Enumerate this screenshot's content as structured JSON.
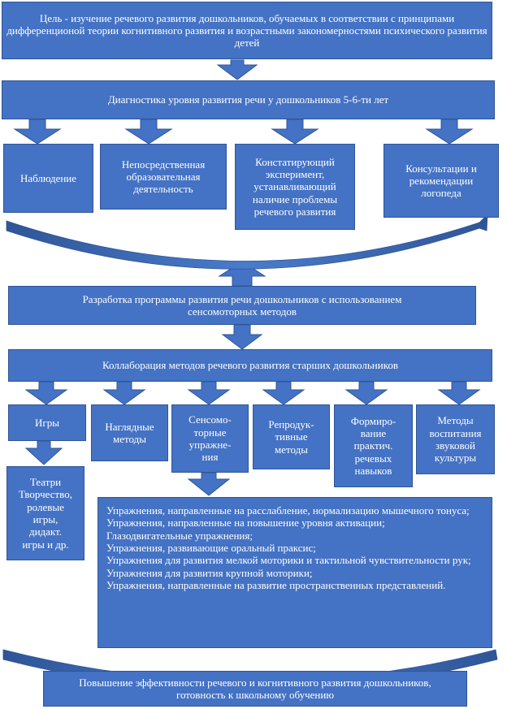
{
  "goal": "Цель - изучение речевого развития дошкольников, обучаемых в соответствии с принципами дифференционой теории когнитивного развития и возрастными закономерностями психического развития детей",
  "diagnostics": "Диагностика уровня развития речи у дошкольников 5-6-ти лет",
  "diag_methods": [
    "Наблюдение",
    "Непосредственная\nобразовательная\nдеятельность",
    "Констатирующий\nэксперимент,\nустанавливающий\nналичие проблемы\nречевого развития",
    "Консультации и\nрекомендации\nлогопеда"
  ],
  "program": "Разработка программы развития речи дошкольников с использованием\nсенсомоторных методов",
  "collaboration": "Коллаборация методов речевого развития старших дошкольников",
  "methods": [
    "Игры",
    "Наглядные\nметоды",
    "Сенсомо-\nторные\nупражне-\nния",
    "Репродук-\nтивные\nметоды",
    "Формиро-\nвание\nпрактич.\nречевых\nнавыков",
    "Методы\nвоспитания\nзвуковой\nкультуры"
  ],
  "games_detail": "Театри\nТворчество,\nролевые\nигры,\nдидакт.\nигры и др.",
  "exercises": [
    "Упражнения, направленные на расслабление, нормализацию мышечного тонуса;",
    "Упражнения, направленные на повышение уровня активации;",
    "Глазодвигательные упражнения;",
    "Упражнения, развивающие оральный праксис;",
    "Упражнения для развития мелкой моторики и тактильной чувствительности рук;",
    "Упражнения для развития крупной моторики;",
    "Упражнения, направленные на развитие пространственных представлений."
  ],
  "result": "Повышение эффективности речевого и когнитивного развития дошкольников,\nготовность к школьному обучению",
  "colors": {
    "box_fill": "#4472c4",
    "box_border": "#2f5597",
    "text": "#ffffff"
  }
}
